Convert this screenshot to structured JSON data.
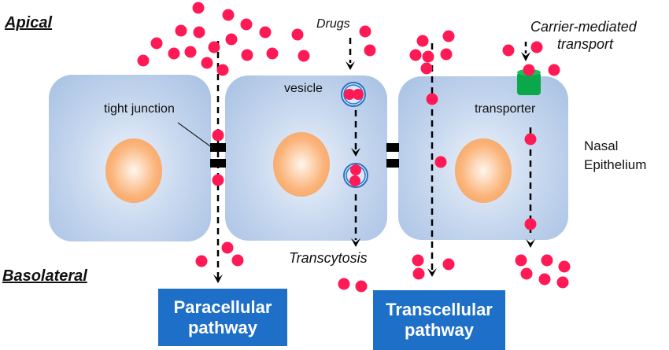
{
  "labels": {
    "apical": "Apical",
    "basolateral": "Basolateral",
    "tight_junction": "tight junction",
    "vesicle": "vesicle",
    "drugs": "Drugs",
    "transcytosis": "Transcytosis",
    "carrier_line1": "Carrier-mediated",
    "carrier_line2": "transport",
    "transporter": "transporter",
    "epithelium_line1": "Nasal",
    "epithelium_line2": "Epithelium"
  },
  "pathways": {
    "paracellular": {
      "line1": "Paracellular",
      "line2": "pathway"
    },
    "transcellular": {
      "line1": "Transcellular",
      "line2": "pathway"
    }
  },
  "colors": {
    "drug": "#ff1a55",
    "pathway_box": "#1e6fc8",
    "transporter": "#0aa84a",
    "vesicle_ring": "#2b74c4",
    "junction": "#000000"
  }
}
